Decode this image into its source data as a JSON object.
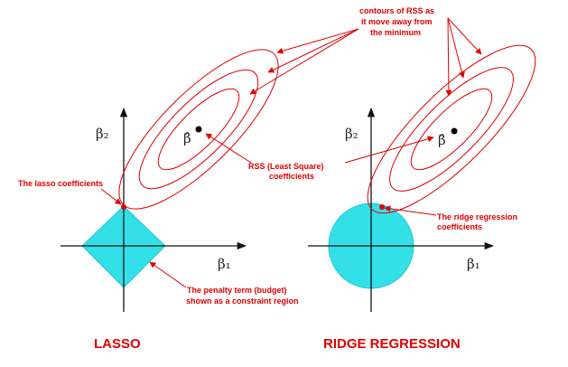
{
  "colors": {
    "red": "#e00000",
    "cyan": "#33e0e8",
    "black": "#000000",
    "axis": "#111111"
  },
  "annotations": {
    "contours_line1": "contours of RSS as",
    "contours_line2": "it move away from",
    "contours_line3": "the minimum",
    "rss_line1": "RSS (Least Square)",
    "rss_line2": "coefficients",
    "lasso_coef": "The lasso coefficients",
    "penalty_line1": "The penalty term (budget)",
    "penalty_line2": "shown as a constraint region",
    "ridge_line1": "The ridge regression",
    "ridge_line2": "coefficients"
  },
  "lasso": {
    "title": "LASSO",
    "beta1_label": "β₁",
    "beta2_label": "β₂",
    "beta_hat_label": "β̂"
  },
  "ridge": {
    "title": "RIDGE REGRESSION",
    "beta1_label": "β₁",
    "beta2_label": "β₂",
    "beta_hat_label": "β̂"
  }
}
